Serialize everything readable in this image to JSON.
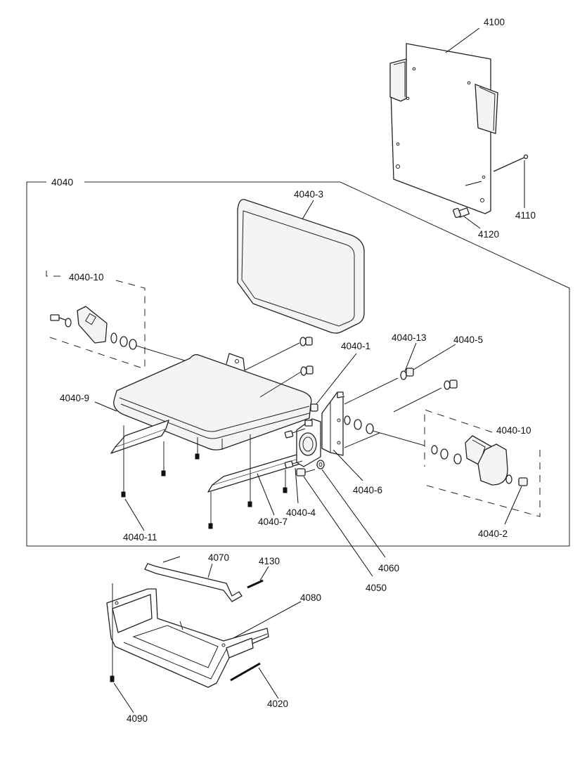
{
  "callouts": {
    "c4100": "4100",
    "c4110": "4110",
    "c4120": "4120",
    "c4040": "4040",
    "c4040_3": "4040-3",
    "c4040_10_left": "4040-10",
    "c4040_1": "4040-1",
    "c4040_13": "4040-13",
    "c4040_5": "4040-5",
    "c4040_9": "4040-9",
    "c4040_10_right": "4040-10",
    "c4040_6": "4040-6",
    "c4040_4": "4040-4",
    "c4040_7": "4040-7",
    "c4040_11": "4040-11",
    "c4040_2": "4040-2",
    "c4060": "4060",
    "c4050": "4050",
    "c4070": "4070",
    "c4130": "4130",
    "c4080": "4080",
    "c4020": "4020",
    "c4090": "4090"
  }
}
